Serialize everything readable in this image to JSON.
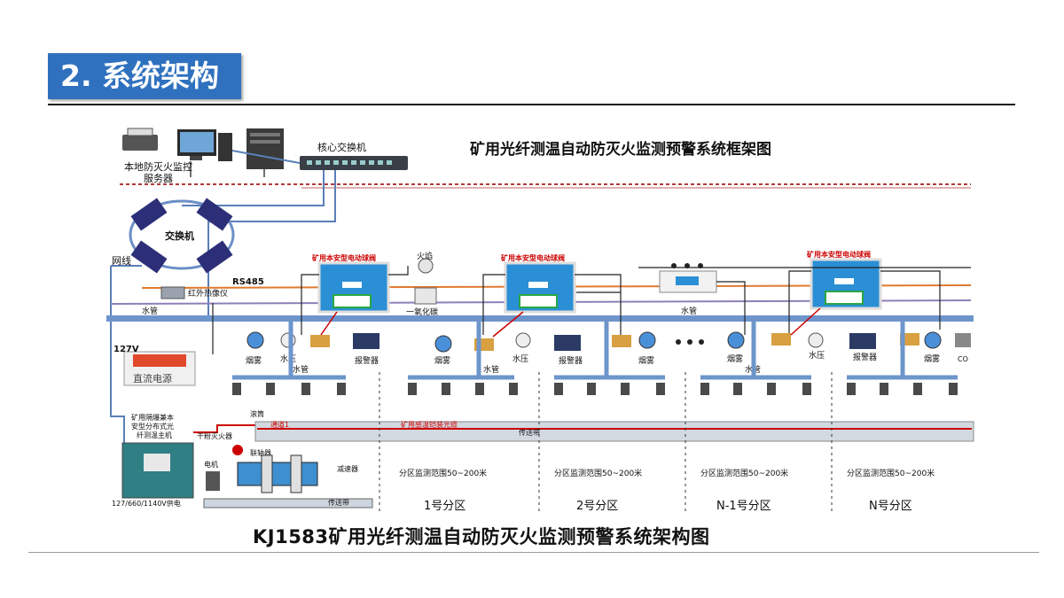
{
  "slide": {
    "title": "2. 系统架构",
    "caption": "KJ1583矿用光纤测温自动防灭火监测预警系统架构图"
  },
  "diagram": {
    "frame_title": "矿用光纤测温自动防灭火监测预警系统框架图",
    "server_label_1": "本地防灭火监控",
    "server_label_2": "服务器",
    "core_switch": "核心交换机",
    "ring_switch": "交换机",
    "network_line": "网线",
    "rs485": "RS485",
    "ir_thermal": "红外热像仪",
    "flame": "火焰",
    "co_sensor": "一氧化碳",
    "valve_box": "矿用本安型电动球阀",
    "water_pipe": "水管",
    "smoke": "烟雾",
    "water_pressure": "水压",
    "alarm": "报警器",
    "co": "CO",
    "psu_voltage": "127V",
    "psu_name": "直流电源",
    "host_label_1": "矿用隔爆兼本",
    "host_label_2": "安型分布式光",
    "host_label_3": "纤测温主机",
    "host_power": "127/660/1140V供电",
    "dry_powder": "干粉灭火器",
    "roller": "滚筒",
    "coupling": "联轴器",
    "motor": "电机",
    "reducer": "减速器",
    "conveyor": "传送带",
    "channel": "通道1",
    "cable": "矿用感温铠装光缆",
    "belt": "传送带",
    "zone_range": "分区监测范围50~200米",
    "zones": [
      "1号分区",
      "2号分区",
      "N-1号分区",
      "N号分区"
    ]
  }
}
